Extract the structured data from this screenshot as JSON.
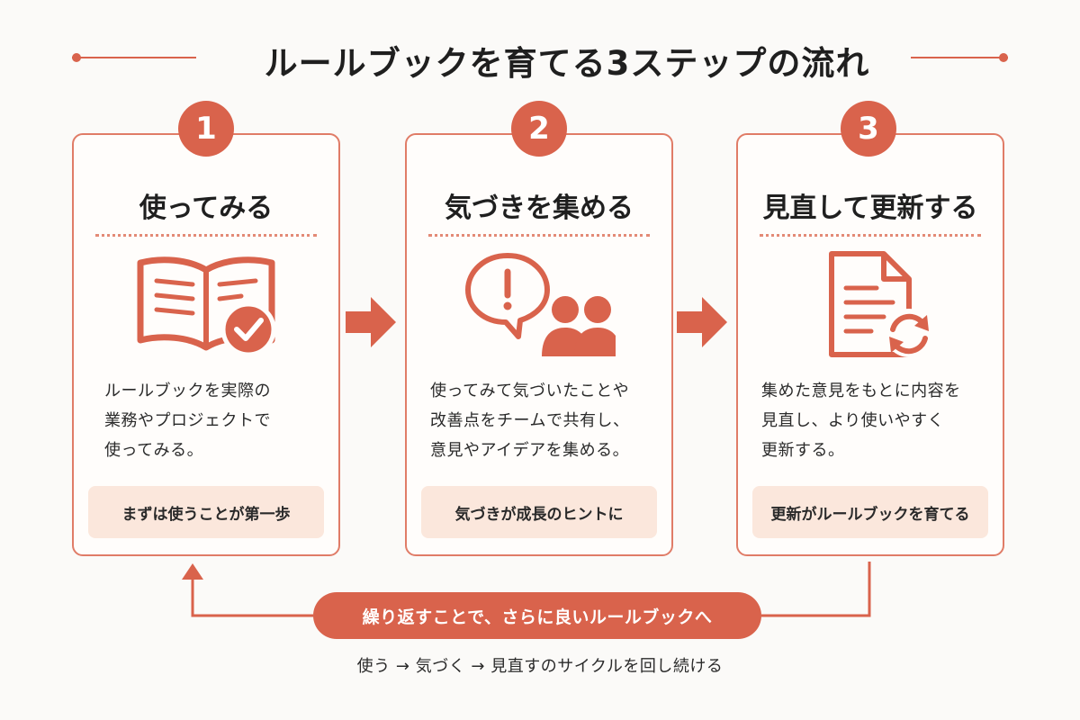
{
  "title": "ルールブックを育てる3ステップの流れ",
  "accent_color": "#d9634c",
  "steps": [
    {
      "number": "1",
      "title": "使ってみる",
      "icon": "open-book-check-icon",
      "desc": [
        "ルールブックを実際の",
        "業務やプロジェクトで",
        "使ってみる。"
      ],
      "tag": "まずは使うことが第一歩"
    },
    {
      "number": "2",
      "title": "気づきを集める",
      "icon": "speech-bubble-people-icon",
      "desc": [
        "使ってみて気づいたことや",
        "改善点をチームで共有し、",
        "意見やアイデアを集める。"
      ],
      "tag": "気づきが成長のヒントに"
    },
    {
      "number": "3",
      "title": "見直して更新する",
      "icon": "document-refresh-icon",
      "desc": [
        "集めた意見をもとに内容を",
        "見直し、より使いやすく",
        "更新する。"
      ],
      "tag": "更新がルールブックを育てる"
    }
  ],
  "loop": {
    "label": "繰り返すことで、さらに良いルールブックへ",
    "caption": "使う → 気づく → 見直すのサイクルを回し続ける"
  }
}
